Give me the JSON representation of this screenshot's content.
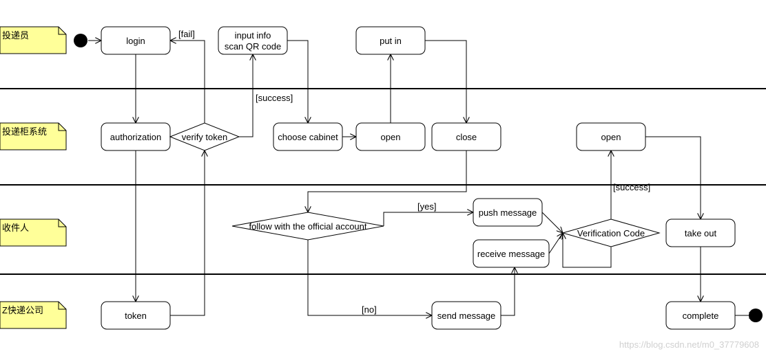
{
  "lanes": [
    {
      "title": "投递员"
    },
    {
      "title": "投递柜系统"
    },
    {
      "title": "收件人"
    },
    {
      "title": "Z快递公司"
    }
  ],
  "nodes": {
    "login": "login",
    "input_info_line1": "input info",
    "input_info_line2": "scan QR code",
    "put_in": "put in",
    "authorization": "authorization",
    "verify_token": "verify token",
    "choose_cabinet": "choose cabinet",
    "open_cabinet": "open",
    "close_cabinet": "close",
    "open_pickup": "open",
    "follow_decision": "follow with the official account",
    "push_message": "push message",
    "receive_message": "receive message",
    "verification_code": "Verification Code",
    "take_out": "take out",
    "token": "token",
    "send_message": "send message",
    "complete": "complete"
  },
  "guards": {
    "fail": "[fail]",
    "success_token": "[success]",
    "yes": "[yes]",
    "no": "[no]",
    "success_code": "[success]"
  },
  "watermark": "https://blog.csdn.net/m0_37779608"
}
